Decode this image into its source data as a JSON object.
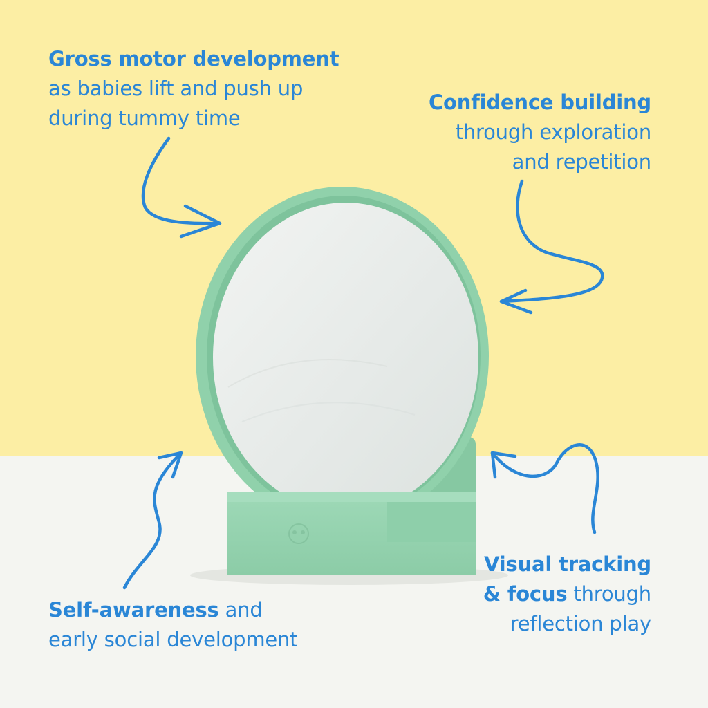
{
  "colors": {
    "wall": "#FCEEA4",
    "floor": "#F4F5F1",
    "accent": "#2A86D6",
    "frame": "#94D4AF",
    "frame_shadow": "#7FC49E",
    "mirror": "#E8ECEA"
  },
  "callouts": {
    "gross_motor": {
      "bold": "Gross motor development",
      "line2": "as babies lift and push up",
      "line3": "during tummy time"
    },
    "confidence": {
      "bold": "Confidence building",
      "line2": "through exploration",
      "line3": "and repetition"
    },
    "self_awareness": {
      "bold": "Self-awareness",
      "rest1": " and",
      "line2": "early social development"
    },
    "visual_tracking": {
      "bold1": "Visual tracking",
      "bold2": "& focus",
      "rest2": " through",
      "line3": "reflection play"
    }
  },
  "icons": {
    "arrows": [
      "arrow-gross-motor-icon",
      "arrow-confidence-icon",
      "arrow-self-awareness-icon",
      "arrow-visual-tracking-icon"
    ],
    "product": "baby-mirror-icon",
    "logo": "brand-logo-icon"
  }
}
